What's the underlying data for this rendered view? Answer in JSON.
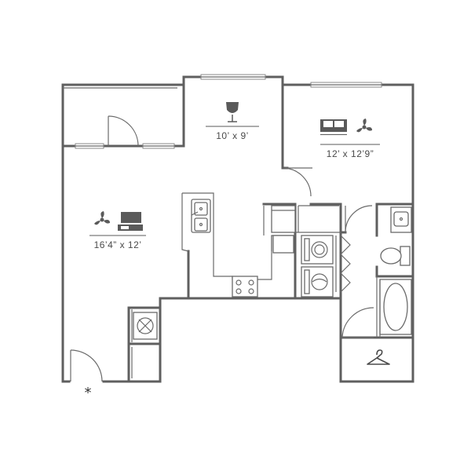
{
  "rooms": {
    "dining": {
      "dimensions": "10’ x 9’",
      "icon": "wine-glass-icon"
    },
    "bedroom": {
      "dimensions": "12’ x 12’9”",
      "icons": [
        "bed-icon",
        "ceiling-fan-icon"
      ]
    },
    "living": {
      "dimensions": "16’4” x 12’",
      "icons": [
        "ceiling-fan-icon",
        "tv-icon"
      ]
    },
    "closet": {
      "icon": "hanger-icon"
    }
  },
  "entry_marker": "*",
  "colors": {
    "wall": "#5f5f5f",
    "text": "#4a4a4a",
    "background": "#ffffff"
  }
}
